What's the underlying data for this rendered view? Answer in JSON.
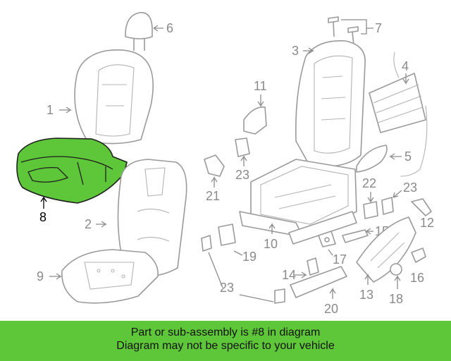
{
  "diagram": {
    "callouts": {
      "c1": "1",
      "c2": "2",
      "c3": "3",
      "c4": "4",
      "c5": "5",
      "c6": "6",
      "c7": "7",
      "c8": "8",
      "c9": "9",
      "c10": "10",
      "c11": "11",
      "c12": "12",
      "c13": "13",
      "c14": "14",
      "c15": "15",
      "c16": "16",
      "c17": "17",
      "c18": "18",
      "c19": "19",
      "c20": "20",
      "c21": "21",
      "c22": "22",
      "c23a": "23",
      "c23b": "23",
      "c23c": "23"
    },
    "highlight_color": "#5ec639"
  },
  "footer": {
    "line1": "Part or sub-assembly is #8 in diagram",
    "line2": "Diagram may not be specific to your vehicle",
    "background": "#5ec639"
  }
}
